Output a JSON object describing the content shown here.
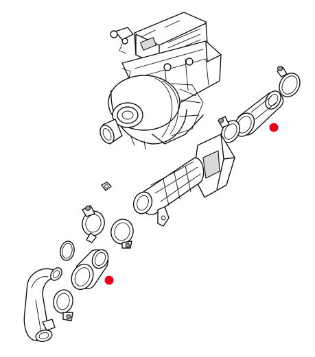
{
  "diagram": {
    "parts": [
      {
        "name": "turbocharger"
      },
      {
        "name": "upper-hose-clamp"
      },
      {
        "name": "upper-intake-hose",
        "marked": true
      },
      {
        "name": "middle-hose-clamp"
      },
      {
        "name": "intake-duct"
      },
      {
        "name": "duct-bolt"
      },
      {
        "name": "lower-clamp-a"
      },
      {
        "name": "lower-clamp-b"
      },
      {
        "name": "o-ring"
      },
      {
        "name": "lower-intake-hose",
        "marked": true
      },
      {
        "name": "elbow-pipe"
      },
      {
        "name": "elbow-clamp"
      }
    ],
    "colors": {
      "line": "#111111",
      "marker": "#e8001c",
      "shade": "#d9d9d9"
    }
  }
}
